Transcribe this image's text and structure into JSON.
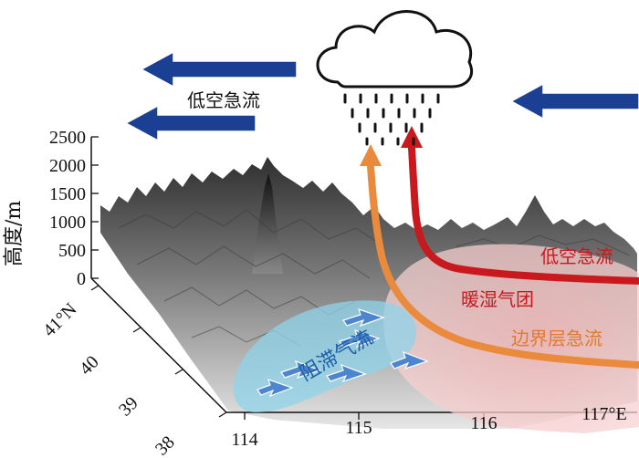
{
  "labels": {
    "upper_jet": "低空急流",
    "lower_jet": "低空急流",
    "warm_moist_air": "暖湿气团",
    "boundary_jet": "边界层急流",
    "blocked_flow": "阻滞气流"
  },
  "axes": {
    "z_label": "高度/m",
    "z_ticks": [
      "2500",
      "2000",
      "1500",
      "1000",
      "500",
      "0"
    ],
    "lat_ticks": [
      "41°N",
      "40",
      "39",
      "38"
    ],
    "lon_ticks": [
      "114",
      "115",
      "116",
      "117°E"
    ]
  },
  "icons": [
    "cloud-icon",
    "rain-icon",
    "wind-arrow-icon"
  ],
  "colors": {
    "wind_arrow": "#1a3f93",
    "low_level_jet": "#c8191e",
    "boundary_jet": "#e98a3c",
    "warm_air": "#f6c9c9",
    "blocked_flow": "#8fd3ea",
    "terrain": "#5a5a5a"
  }
}
